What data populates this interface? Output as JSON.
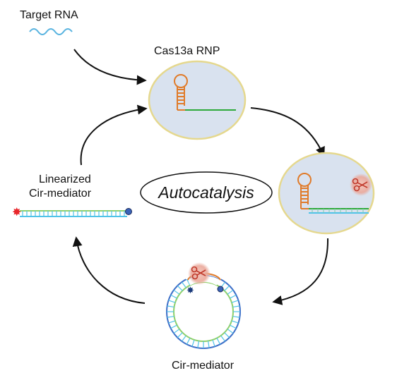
{
  "labels": {
    "target_rna": "Target RNA",
    "cas13a_rnp": "Cas13a RNP",
    "linearized_line1": "Linearized",
    "linearized_line2": "Cir-mediator",
    "autocatalysis": "Autocatalysis",
    "cir_mediator": "Cir-mediator"
  },
  "colors": {
    "ellipse_fill": "#d9e2ef",
    "ellipse_stroke": "#e5d88e",
    "crRNA": "#e07b2a",
    "target_strand": "#2eaa3a",
    "complement_strand": "#4fc3e8",
    "blue_strand": "#3d6fc8",
    "quencher": "#3a63b8",
    "fluorophore": "#e8262b",
    "arrow": "#111111",
    "scissors_glow": "#eaa89a",
    "scissors": "#c0392b",
    "wave": "#5ab4e0"
  },
  "icons": [
    "scissors-icon",
    "fluorophore-star-icon",
    "quencher-dot-icon",
    "hairpin-crRNA-icon"
  ]
}
